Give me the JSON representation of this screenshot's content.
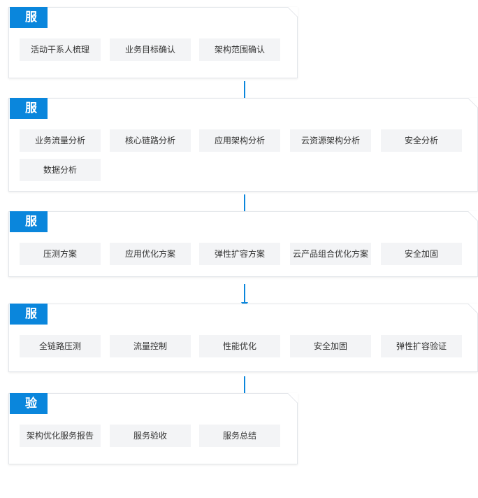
{
  "phases": [
    {
      "title": "服务启动",
      "tags": [
        "活动干系人梳理",
        "业务目标确认",
        "架构范围确认"
      ]
    },
    {
      "title": "服务规划",
      "tags": [
        "业务流量分析",
        "核心链路分析",
        "应用架构分析",
        "云资源架构分析",
        "安全分析",
        "数据分析"
      ]
    },
    {
      "title": "服务执行",
      "tags": [
        "压测方案",
        "应用优化方案",
        "弹性扩容方案",
        "云产品组合优化方案",
        "安全加固"
      ]
    },
    {
      "title": "服务过程管控",
      "tags": [
        "全链路压测",
        "流量控制",
        "性能优化",
        "安全加固",
        "弹性扩容验证"
      ]
    },
    {
      "title": "验收与总结",
      "tags": [
        "架构优化服务报告",
        "服务验收",
        "服务总结"
      ]
    }
  ],
  "colors": {
    "accent": "#0a86dc",
    "tag_bg": "#f3f4f6",
    "border": "#e3e6ea"
  }
}
